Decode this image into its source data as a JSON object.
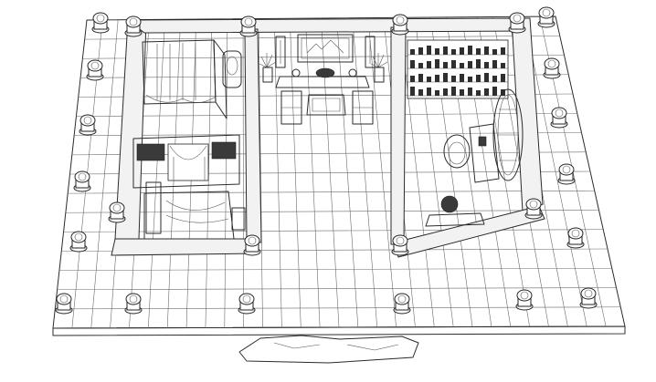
{
  "scene": {
    "kind": "architectural-line-drawing",
    "colors": {
      "line": "#2b2b2b",
      "wall_fill": "#f2f2f2",
      "background": "#ffffff"
    },
    "rooms": [
      "bedroom",
      "main-hall",
      "study"
    ],
    "furniture": {
      "bedroom": [
        "canopy-bed",
        "mirror-stand",
        "lattice-screen",
        "daybed",
        "small-cabinet"
      ],
      "main-hall": [
        "hanging-scroll-painting",
        "left-calligraphy-scroll",
        "right-calligraphy-scroll",
        "altar-table",
        "armchair-left",
        "armchair-right",
        "square-table",
        "potted-plant-left",
        "potted-plant-right"
      ],
      "study": [
        "bookshelves",
        "round-window",
        "writing-desk",
        "round-chair",
        "low-bench",
        "stool"
      ]
    },
    "icons": [
      "column-icon",
      "step-stone-icon"
    ]
  }
}
